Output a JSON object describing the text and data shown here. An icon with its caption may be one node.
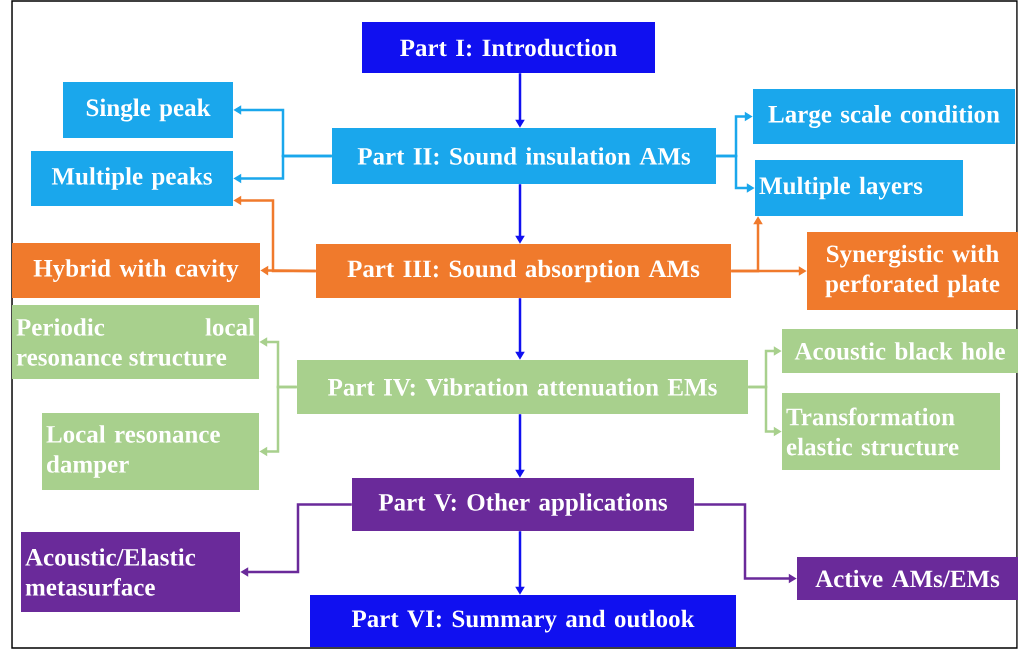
{
  "diagram": {
    "nodes": [
      {
        "text": [
          "Part I: Introduction"
        ]
      },
      {
        "text": [
          "Single peak"
        ]
      },
      {
        "text": [
          "Multiple peaks"
        ]
      },
      {
        "text": [
          "Part II: Sound insulation AMs"
        ]
      },
      {
        "text": [
          "Large scale condition"
        ]
      },
      {
        "text": [
          "Multiple layers"
        ]
      },
      {
        "text": [
          "Hybrid with cavity"
        ]
      },
      {
        "text": [
          "Part III: Sound absorption AMs"
        ]
      },
      {
        "text": [
          "Synergistic with perforated plate"
        ]
      },
      {
        "text": [
          "Periodic local resonance structure"
        ]
      },
      {
        "text": [
          "Part IV: Vibration attenuation EMs"
        ]
      },
      {
        "text": [
          "Acoustic black hole"
        ]
      },
      {
        "text": [
          "Transformation elastic structure"
        ]
      },
      {
        "text": [
          "Local resonance damper"
        ]
      },
      {
        "text": [
          "Part V: Other applications"
        ]
      },
      {
        "text": [
          "Acoustic/Elastic metasurface"
        ]
      },
      {
        "text": [
          "Active AMs/EMs"
        ]
      },
      {
        "text": [
          "Part VI: Summary and outlook"
        ]
      }
    ],
    "edges": [
      {
        "from": 0,
        "to": 3,
        "arrow": "to"
      },
      {
        "from": 3,
        "to": 1,
        "arrow": "to",
        "color": "#1aa7ec"
      },
      {
        "from": 3,
        "to": 2,
        "arrow": "to",
        "color": "#1aa7ec"
      },
      {
        "from": 3,
        "to": 4,
        "arrow": "to",
        "color": "#1aa7ec"
      },
      {
        "from": 3,
        "to": 5,
        "arrow": "to",
        "color": "#1aa7ec"
      },
      {
        "from": 3,
        "to": 7,
        "arrow": "to"
      },
      {
        "from": 7,
        "to": 2,
        "arrow": "to",
        "color": "#f07a2c"
      },
      {
        "from": 7,
        "to": 6,
        "arrow": "to",
        "color": "#f07a2c"
      },
      {
        "from": 7,
        "to": 5,
        "arrow": "to",
        "color": "#f07a2c"
      },
      {
        "from": 7,
        "to": 8,
        "arrow": "to",
        "color": "#f07a2c"
      },
      {
        "from": 7,
        "to": 10,
        "arrow": "to"
      },
      {
        "from": 10,
        "to": 9,
        "arrow": "to",
        "color": "#a8d08d"
      },
      {
        "from": 10,
        "to": 13,
        "arrow": "to",
        "color": "#a8d08d"
      },
      {
        "from": 10,
        "to": 11,
        "arrow": "to",
        "color": "#a8d08d"
      },
      {
        "from": 10,
        "to": 12,
        "arrow": "to",
        "color": "#a8d08d"
      },
      {
        "from": 10,
        "to": 14,
        "arrow": "to"
      },
      {
        "from": 14,
        "to": 15,
        "arrow": "to",
        "color": "#6a2a9a"
      },
      {
        "from": 14,
        "to": 16,
        "arrow": "to",
        "color": "#6a2a9a"
      },
      {
        "from": 14,
        "to": 17,
        "arrow": "to"
      }
    ]
  }
}
